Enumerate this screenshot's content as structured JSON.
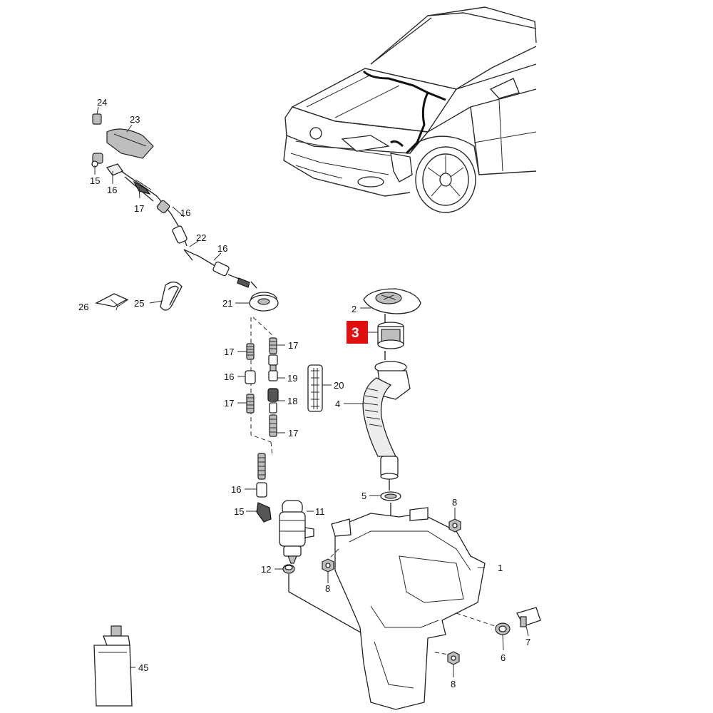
{
  "diagram": {
    "highlight_color": "#e01010",
    "highlighted_callout": "3",
    "callouts": {
      "c1": "1",
      "c2": "2",
      "c3": "3",
      "c4": "4",
      "c5": "5",
      "c6": "6",
      "c7": "7",
      "c8a": "8",
      "c8b": "8",
      "c8c": "8",
      "c11": "11",
      "c12": "12",
      "c15a": "15",
      "c15b": "15",
      "c16a": "16",
      "c16b": "16",
      "c16c": "16",
      "c16d": "16",
      "c16e": "16",
      "c17a": "17",
      "c17b": "17",
      "c17c": "17",
      "c17d": "17",
      "c17e": "17",
      "c18": "18",
      "c19": "19",
      "c20": "20",
      "c21": "21",
      "c22": "22",
      "c23": "23",
      "c24": "24",
      "c25": "25",
      "c26": "26",
      "c45": "45"
    },
    "icons": {
      "car": "car-front-quarter-icon",
      "reservoir": "washer-fluid-reservoir-icon",
      "pump": "washer-pump-icon",
      "bottle": "fluid-bottle-icon"
    }
  }
}
